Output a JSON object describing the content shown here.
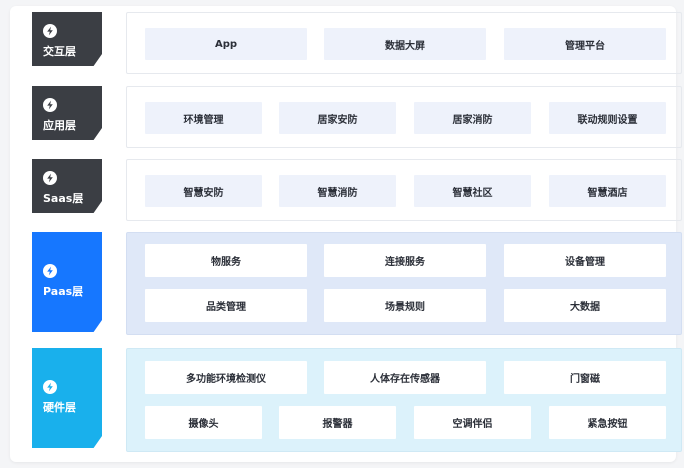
{
  "layers": {
    "interaction": {
      "name": "交互层",
      "items": [
        "App",
        "数据大屏",
        "管理平台"
      ]
    },
    "application": {
      "name": "应用层",
      "items": [
        "环境管理",
        "居家安防",
        "居家消防",
        "联动规则设置"
      ]
    },
    "saas": {
      "name": "Saas层",
      "items": [
        "智慧安防",
        "智慧消防",
        "智慧社区",
        "智慧酒店"
      ]
    },
    "paas": {
      "name": "Paas层",
      "items": [
        "物服务",
        "连接服务",
        "设备管理",
        "品类管理",
        "场景规则",
        "大数据"
      ]
    },
    "hardware": {
      "name": "硬件层",
      "items": [
        "多功能环境检测仪",
        "人体存在传感器",
        "门窗磁",
        "摄像头",
        "报警器",
        "空调伴侣",
        "紧急按钮"
      ]
    }
  },
  "colors": {
    "dark_label": "#3b3e44",
    "paas_label": "#1677ff",
    "hardware_label": "#19b0ec"
  },
  "icons": {
    "layer_icon": "lightning-bolt-icon"
  }
}
